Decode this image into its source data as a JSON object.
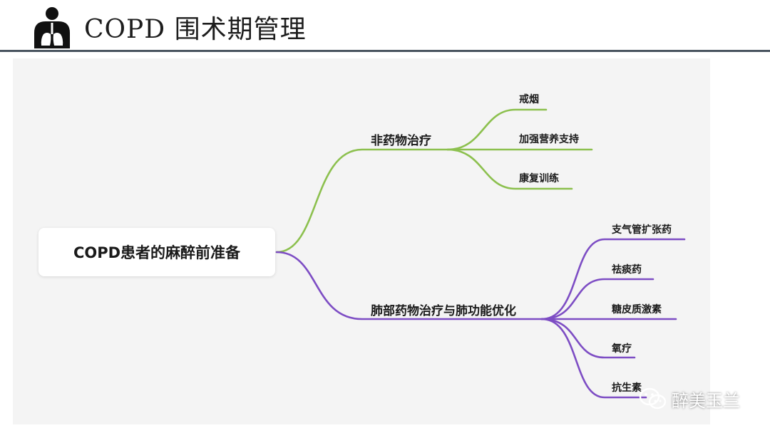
{
  "header": {
    "title": "COPD 围术期管理"
  },
  "colors": {
    "green_branch": "#8cc04e",
    "purple_branch": "#7d4dc4",
    "rule": "#4a5560"
  },
  "icons": {
    "header_logo": "lungs-person-icon",
    "watermark_logo": "wechat-icon"
  },
  "mindmap": {
    "root": "COPD患者的麻醉前准备",
    "branches": [
      {
        "label": "非药物治疗",
        "leaves": [
          "戒烟",
          "加强营养支持",
          "康复训练"
        ]
      },
      {
        "label": "肺部药物治疗与肺功能优化",
        "leaves": [
          "支气管扩张药",
          "祛痰药",
          "糖皮质激素",
          "氧疗",
          "抗生素"
        ]
      }
    ]
  },
  "watermark": {
    "text": "醉美玉兰"
  }
}
